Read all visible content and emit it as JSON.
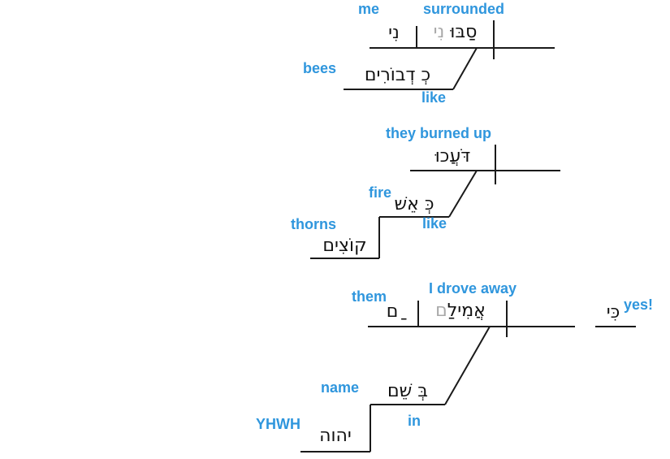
{
  "colors": {
    "label_blue": "#2f96dd",
    "line_black": "#1a1a1a",
    "suffix_gray": "#a8a8a8"
  },
  "clause1": {
    "object_gloss": "me",
    "verb_gloss": "surrounded",
    "object_hebrew": "נִי",
    "verb_hebrew": "סַבּוּ",
    "verb_suffix_hebrew": "נִי",
    "pp": {
      "noun_gloss": "bees",
      "prep_gloss": "like",
      "hebrew": "כְ דְבוֹרִים"
    }
  },
  "clause2": {
    "verb_gloss": "they burned up",
    "verb_hebrew": "דֹּעֲכוּ",
    "pp": {
      "noun_gloss": "fire",
      "prep_gloss": "like",
      "hebrew": "כְּ אֵשׁ"
    },
    "genitive": {
      "gloss": "thorns",
      "hebrew": "קוֹצִים"
    }
  },
  "clause3": {
    "object_gloss": "them",
    "verb_gloss": "I drove away",
    "object_hebrew": " ַם",
    "verb_hebrew": "אֲמִילַ",
    "verb_suffix_hebrew": "ם",
    "interjection": {
      "gloss": "yes!",
      "hebrew": "כִּי"
    },
    "pp": {
      "noun_gloss": "name",
      "prep_gloss": "in",
      "hebrew": "בְּ שֵׁם"
    },
    "genitive": {
      "gloss": "YHWH",
      "hebrew": "יהוה"
    }
  }
}
